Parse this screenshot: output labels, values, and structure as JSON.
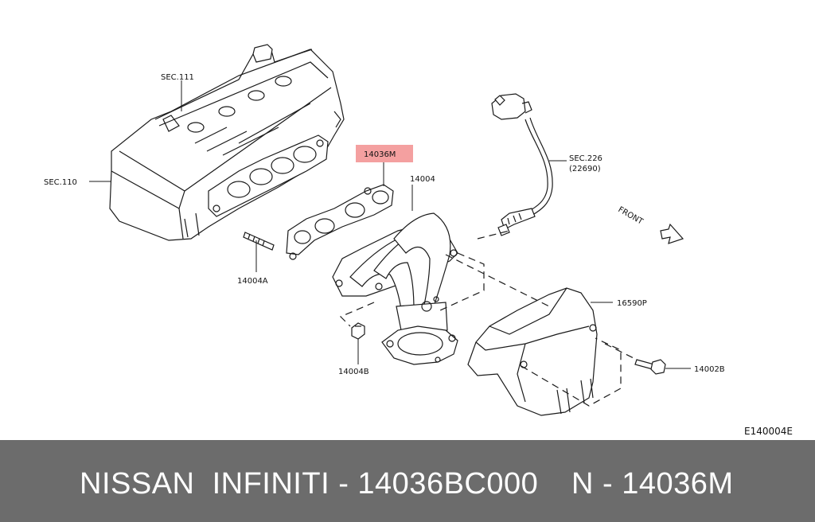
{
  "labels": {
    "sec111": "SEC.111",
    "sec110": "SEC.110",
    "part_14036m": "14036M",
    "part_14004": "14004",
    "sec226": "SEC.226",
    "sec226_sub": "(22690)",
    "front": "FRONT",
    "part_16590p": "16590P",
    "part_14004a": "14004A",
    "part_14004b": "14004B",
    "part_14002b": "14002B",
    "diagram_code": "E140004E"
  },
  "highlight_color": "#f4a0a0",
  "footer": {
    "brand": "NISSAN  INFINITI - 14036BC000",
    "part_ref": "N - 14036M"
  },
  "colors": {
    "footer_bg": "#6c6c6c",
    "footer_text": "#ffffff"
  }
}
